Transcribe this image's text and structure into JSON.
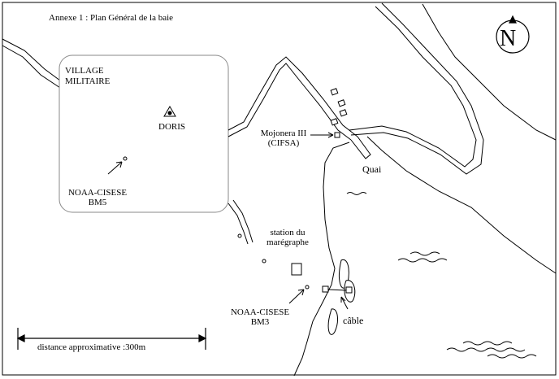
{
  "title": "Annexe 1 : Plan Général de la baie",
  "north": {
    "letter": "N",
    "icon": "north-arrow-icon"
  },
  "labels": {
    "village_line1": "VILLAGE",
    "village_line2": "MILITAIRE",
    "doris": "DORIS",
    "bm5_line1": "NOAA-CISESE",
    "bm5_line2": "BM5",
    "mojonera_line1": "Mojonera III",
    "mojonera_line2": "(CIFSA)",
    "quai": "Quai",
    "station_line1": "station du",
    "station_line2": "marégraphe",
    "bm3_line1": "NOAA-CISESE",
    "bm3_line2": "BM3",
    "cable": "câble"
  },
  "scale_bar": {
    "label": "distance approximative :300m"
  },
  "colors": {
    "ink": "#000000",
    "paper": "#ffffff",
    "zone_border": "#8a8a8a"
  }
}
